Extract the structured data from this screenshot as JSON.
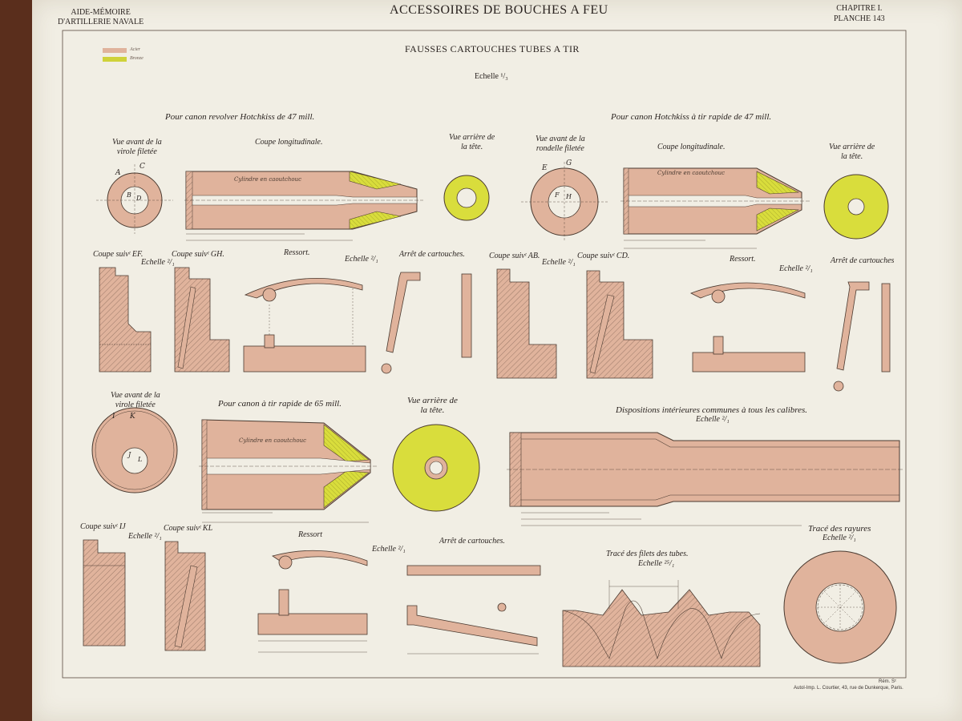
{
  "header": {
    "left_line1": "AIDE-MÉMOIRE",
    "left_line2": "D'ARTILLERIE NAVALE",
    "title": "ACCESSOIRES DE BOUCHES A FEU",
    "right_line1": "CHAPITRE I.",
    "right_line2": "PLANCHE 143"
  },
  "subtitle": "FAUSSES CARTOUCHES TUBES A TIR",
  "main_scale": "Echelle ¹/₃",
  "legend": {
    "items": [
      {
        "label": "Acier",
        "color": "#e0b39c"
      },
      {
        "label": "Bronze",
        "color": "#cfd23a"
      }
    ]
  },
  "sections": {
    "hotchkiss_revolver": "Pour canon revolver Hotchkiss de 47 mill.",
    "hotchkiss_rapid": "Pour canon Hotchkiss à tir rapide de 47 mill.",
    "rapid_65": "Pour canon à tir rapide de 65 mill.",
    "interior": "Dispositions intérieures communes à tous les calibres."
  },
  "views": {
    "front_threaded_1": "Vue avant de la\nvirole filetée",
    "longitudinal_1": "Coupe longitudinale.",
    "rear_head_1": "Vue arrière de\nla tête.",
    "front_washer": "Vue avant de la\nrondelle filetée",
    "longitudinal_2": "Coupe longitudinale.",
    "rear_head_2": "Vue arrière de\nla tête.",
    "front_threaded_3": "Vue avant de la\nvirole filetée",
    "rear_head_3": "Vue arrière de\nla tête."
  },
  "row2": {
    "coupe_ef": "Coupe suivᵗ EF.",
    "scale_ef": "Echelle ²/₁",
    "coupe_gh": "Coupe suivᵗ GH.",
    "ressort": "Ressort.",
    "scale_ressort": "Echelle ²/₁",
    "arret": "Arrêt de cartouches.",
    "coupe_ab": "Coupe suivᵗ AB.",
    "scale_ab": "Echelle ²/₁",
    "coupe_cd": "Coupe suivᵗ CD.",
    "ressort_2": "Ressort.",
    "scale_ressort_2": "Echelle ²/₁",
    "arret_2": "Arrêt de cartouches"
  },
  "row4": {
    "coupe_ij": "Coupe suivᵗ IJ",
    "scale_ij": "Echelle ²/₁",
    "coupe_kl": "Coupe suivᵗ KL",
    "ressort": "Ressort",
    "scale_ressort": "Echelle ²/₁",
    "arret": "Arrêt de cartouches.",
    "filets": "Tracé des filets des tubes.",
    "scale_filets": "Echelle ²⁵/₁",
    "rayures": "Tracé des rayures",
    "scale_rayures": "Echelle ²/₁",
    "interior_scale": "Echelle ²/₁"
  },
  "annotations": {
    "cyl1": "Cylindre en caoutchouc",
    "cyl2": "Cylindre en caoutchouc",
    "cyl3": "Cylindre en caoutchouc"
  },
  "letters": {
    "a": "A",
    "b": "B",
    "c": "C",
    "d": "D",
    "e": "E",
    "f": "F",
    "g": "G",
    "h": "H",
    "i": "I",
    "j": "J",
    "k": "K",
    "l": "L"
  },
  "footer": {
    "small_sig": "Rém. Sᶜ",
    "printer": "Autol-Imp. L. Courtier, 43, rue de Dunkerque, Paris."
  },
  "colors": {
    "steel": "#e0b39c",
    "bronze": "#d9dd3c",
    "hatch": "#8a6a5a",
    "ink": "#2a2320",
    "paper": "#f1eee4"
  }
}
